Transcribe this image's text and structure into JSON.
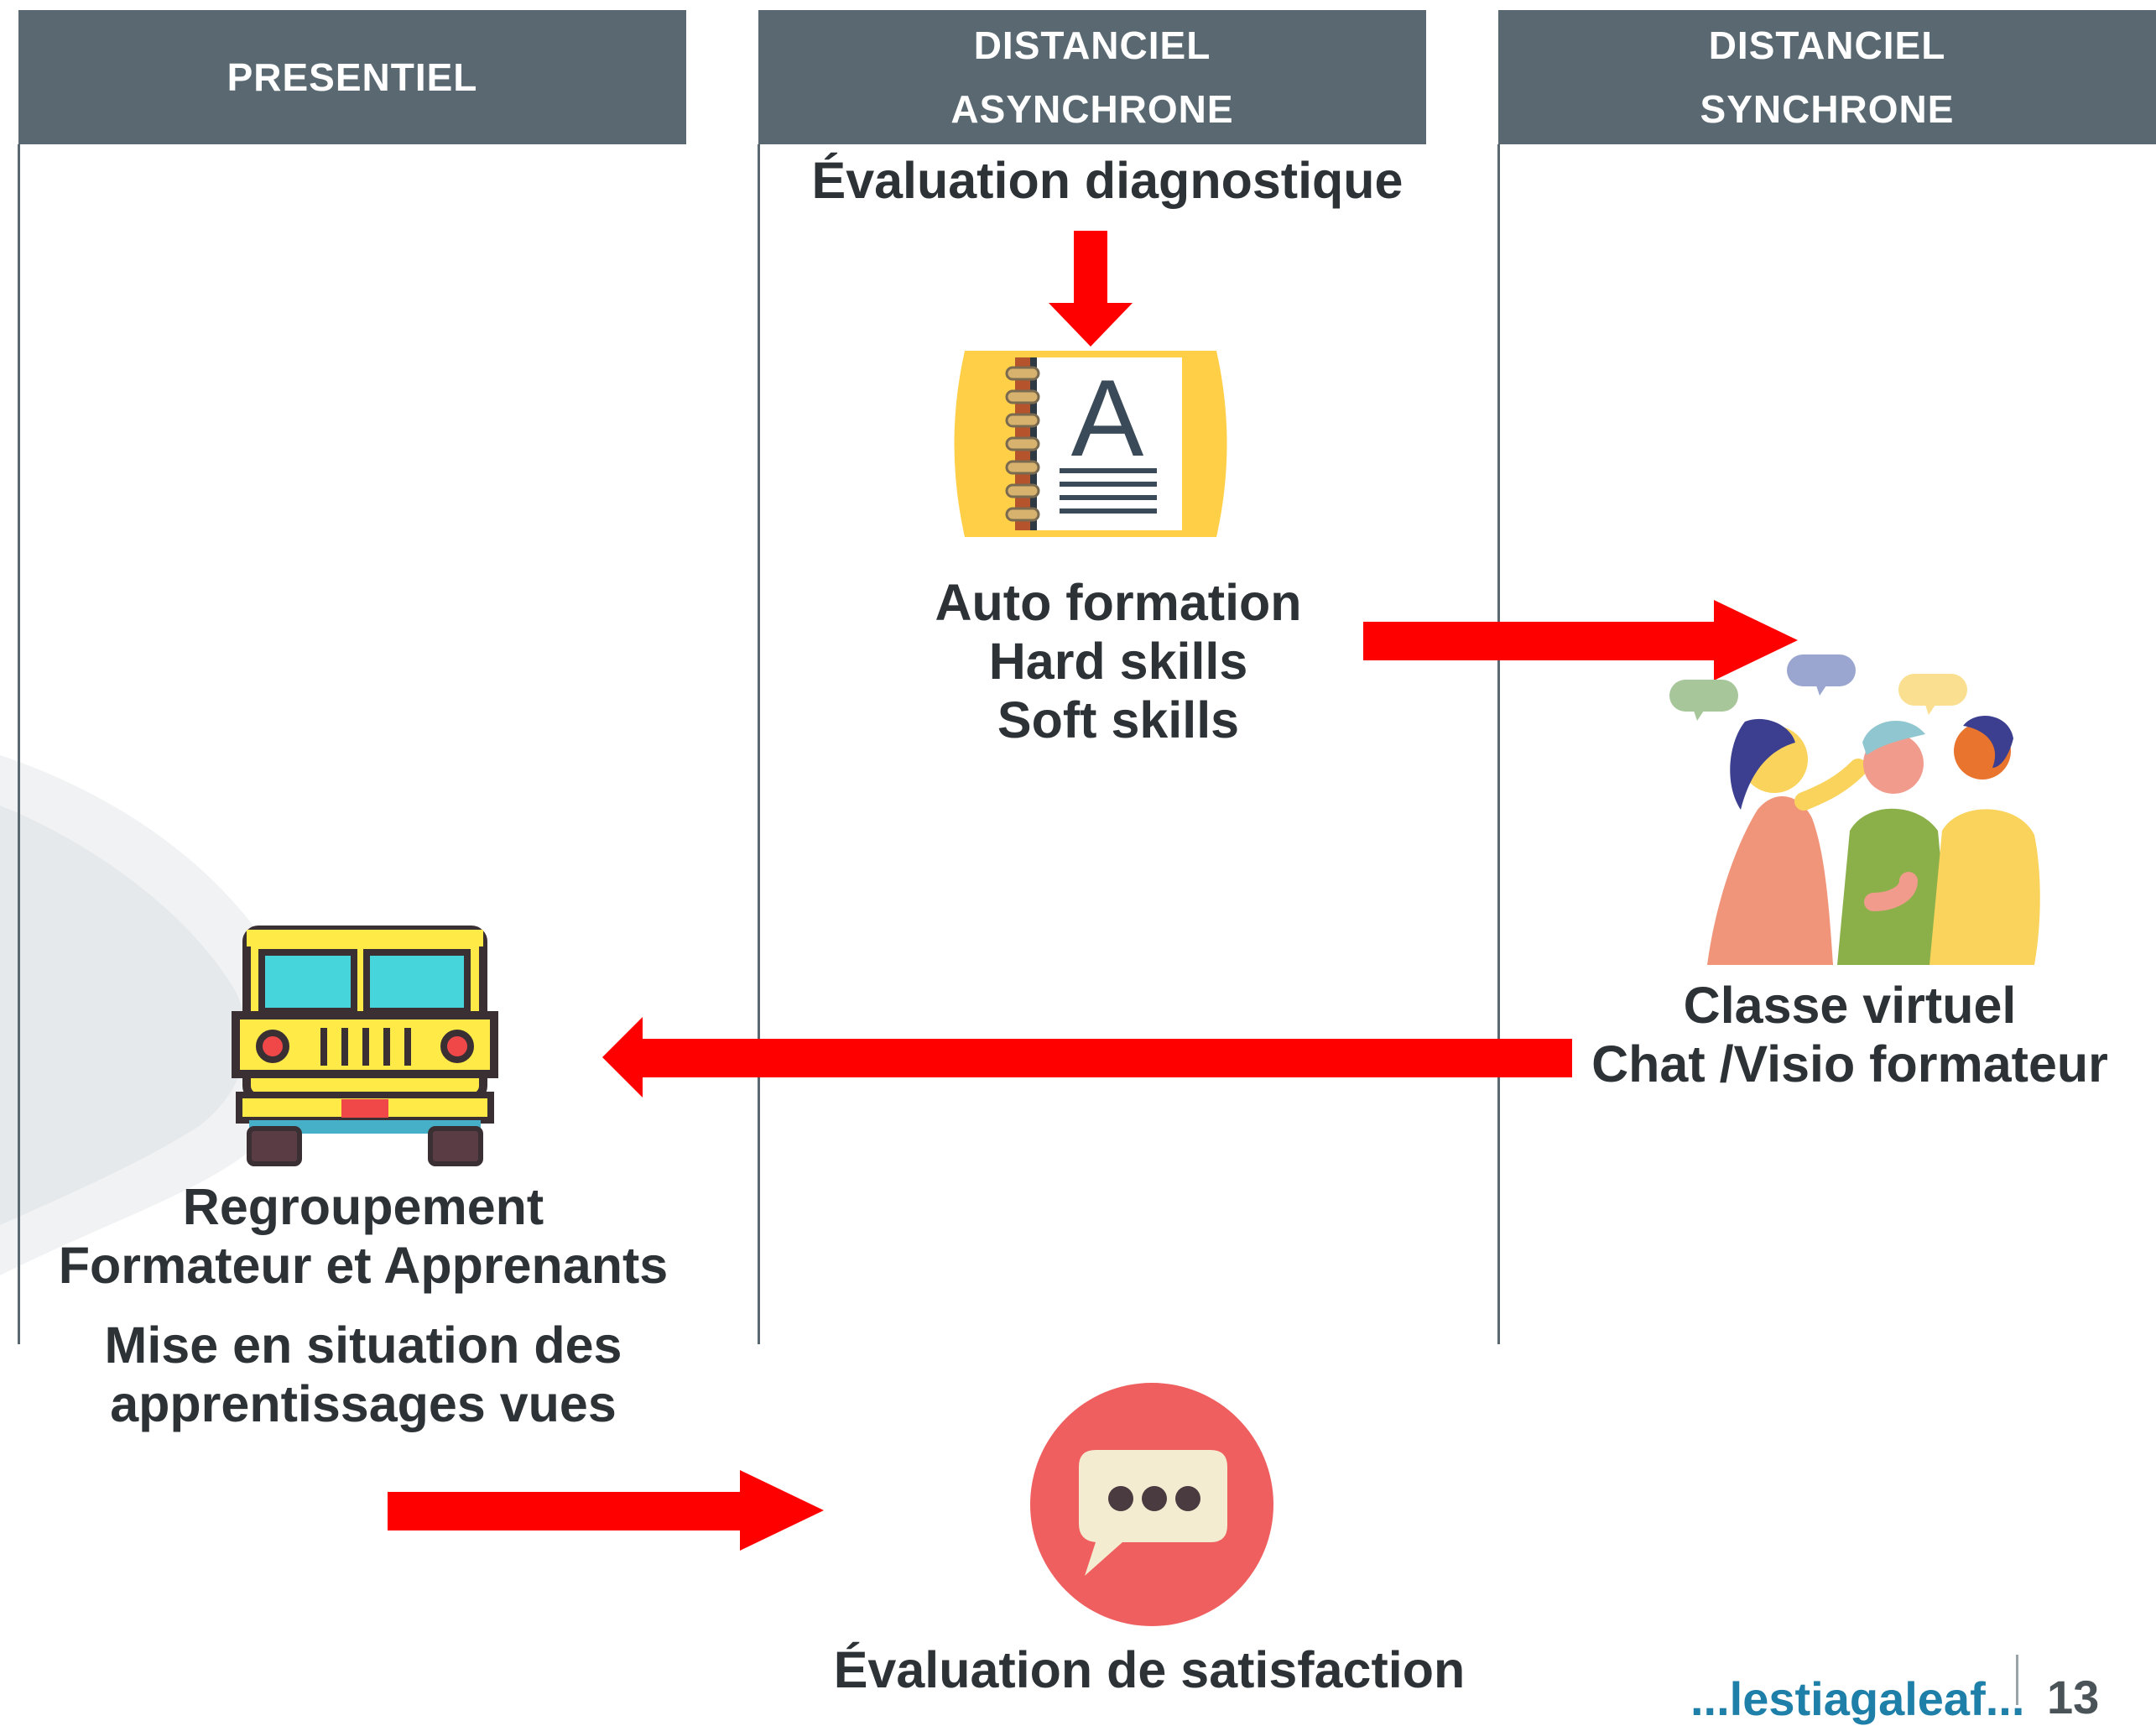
{
  "columns": [
    {
      "lines": [
        "PRESENTIEL"
      ]
    },
    {
      "lines": [
        "DISTANCIEL",
        "ASYNCHRONE"
      ]
    },
    {
      "lines": [
        "DISTANCIEL",
        "SYNCHRONE"
      ]
    }
  ],
  "steps": {
    "diagnostic": "Évaluation diagnostique",
    "auto_formation": [
      "Auto formation",
      "Hard skills",
      "Soft skills"
    ],
    "classe_virtuelle": [
      "Classe virtuel",
      "Chat /Visio formateur"
    ],
    "regroupement": [
      "Regroupement",
      "Formateur et Apprenants"
    ],
    "mise_en_situation": [
      "Mise en situation des",
      "apprentissages vues"
    ],
    "satisfaction": "Évaluation de satisfaction"
  },
  "icons": {
    "auto_formation": "notebook-icon",
    "classe_virtuelle": "people-discussion-icon",
    "regroupement": "bus-icon",
    "satisfaction": "chat-bubble-icon"
  },
  "colors": {
    "header_bg": "#5a6971",
    "arrow": "#ff0000",
    "text": "#2d3236"
  },
  "footer": {
    "link": "...lestiagaleaf...",
    "page": "13"
  }
}
